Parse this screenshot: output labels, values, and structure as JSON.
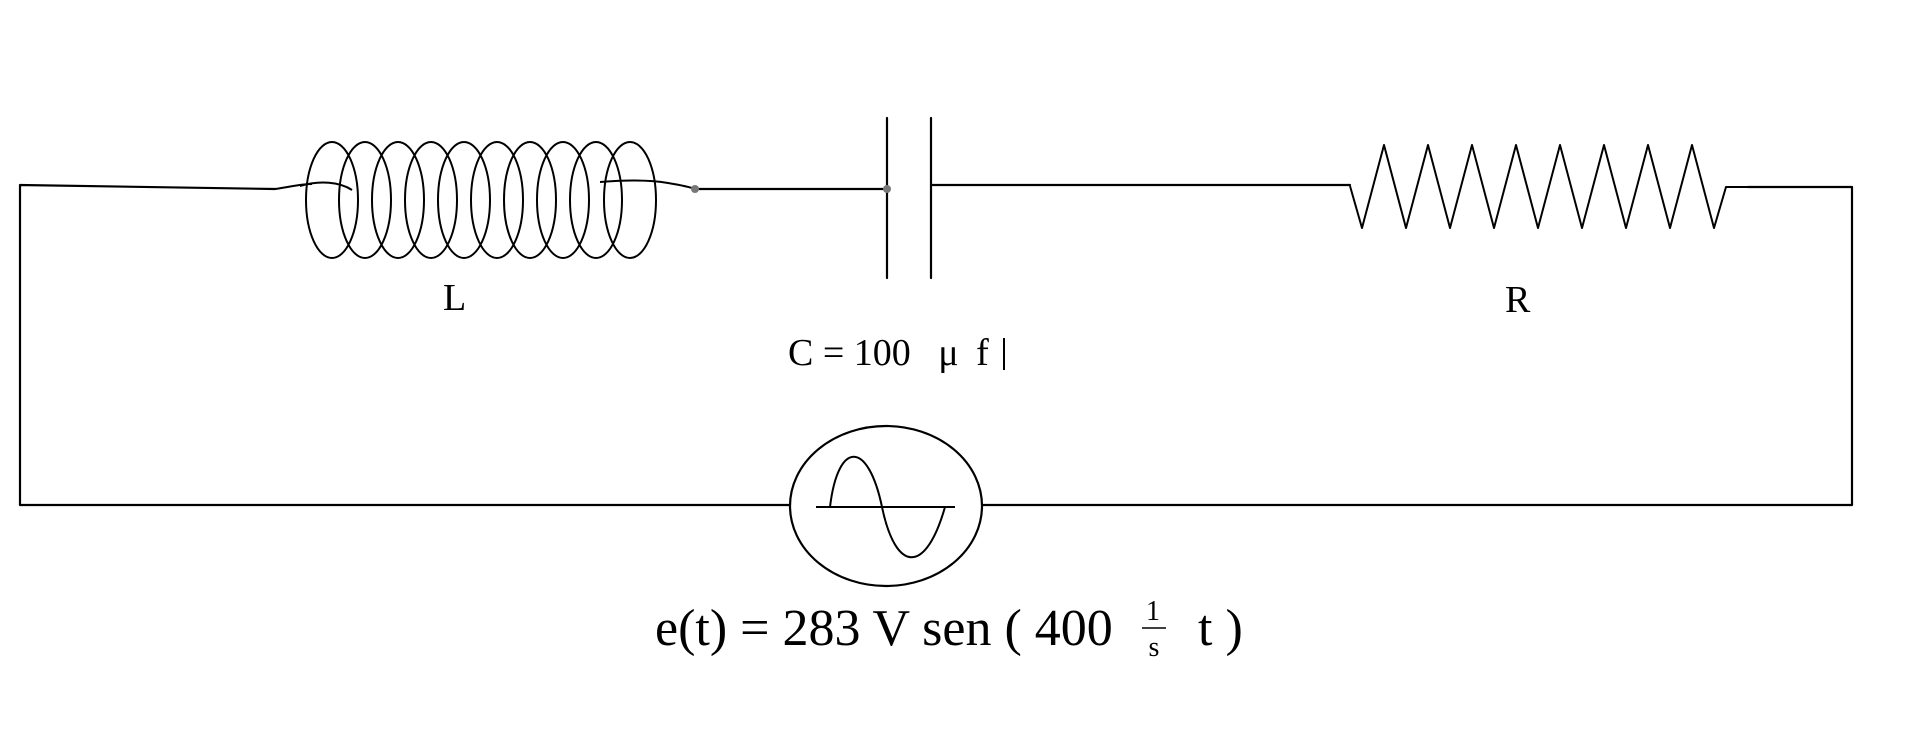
{
  "diagram": {
    "type": "series-RLC-circuit",
    "components": {
      "inductor": {
        "label": "L",
        "icon": "inductor-coil-icon"
      },
      "capacitor": {
        "label": "C = 100",
        "unit_prefix": "μ",
        "unit": "f"
      },
      "resistor": {
        "label": "R",
        "icon": "resistor-zigzag-icon"
      },
      "source": {
        "icon": "ac-sine-source-icon",
        "equation_prefix": "e(t) = 283 V sen ( 400",
        "fraction_numerator": "1",
        "fraction_denominator": "s",
        "equation_suffix": "t )"
      }
    },
    "colors": {
      "stroke": "#000000",
      "background": "#ffffff",
      "node": "#777777"
    }
  }
}
